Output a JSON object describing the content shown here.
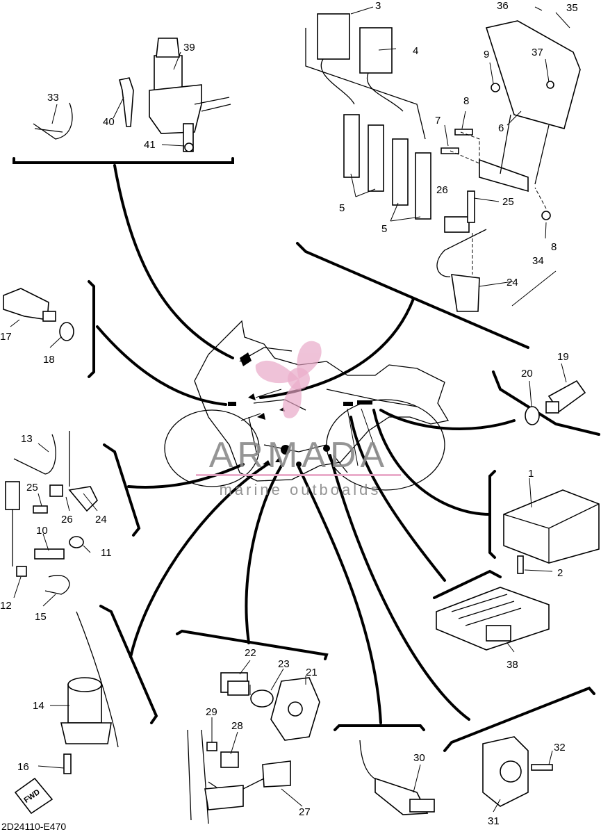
{
  "diagram_code": "2D24110-E470",
  "fwd_label": "FWD",
  "watermark": {
    "brand": "ARMADA",
    "tagline": "marine outboalds",
    "color": "#e8a6c6"
  },
  "callouts": [
    {
      "id": "c1",
      "label": "1"
    },
    {
      "id": "c2",
      "label": "2"
    },
    {
      "id": "c3",
      "label": "3"
    },
    {
      "id": "c4",
      "label": "4"
    },
    {
      "id": "c5a",
      "label": "5"
    },
    {
      "id": "c5b",
      "label": "5"
    },
    {
      "id": "c6",
      "label": "6"
    },
    {
      "id": "c7",
      "label": "7"
    },
    {
      "id": "c8a",
      "label": "8"
    },
    {
      "id": "c8b",
      "label": "8"
    },
    {
      "id": "c9",
      "label": "9"
    },
    {
      "id": "c10",
      "label": "10"
    },
    {
      "id": "c11",
      "label": "11"
    },
    {
      "id": "c12",
      "label": "12"
    },
    {
      "id": "c13",
      "label": "13"
    },
    {
      "id": "c14",
      "label": "14"
    },
    {
      "id": "c15",
      "label": "15"
    },
    {
      "id": "c16",
      "label": "16"
    },
    {
      "id": "c17",
      "label": "17"
    },
    {
      "id": "c18",
      "label": "18"
    },
    {
      "id": "c19",
      "label": "19"
    },
    {
      "id": "c20",
      "label": "20"
    },
    {
      "id": "c21",
      "label": "21"
    },
    {
      "id": "c22",
      "label": "22"
    },
    {
      "id": "c23",
      "label": "23"
    },
    {
      "id": "c24a",
      "label": "24"
    },
    {
      "id": "c24b",
      "label": "24"
    },
    {
      "id": "c25a",
      "label": "25"
    },
    {
      "id": "c25b",
      "label": "25"
    },
    {
      "id": "c26a",
      "label": "26"
    },
    {
      "id": "c26b",
      "label": "26"
    },
    {
      "id": "c27",
      "label": "27"
    },
    {
      "id": "c28",
      "label": "28"
    },
    {
      "id": "c29",
      "label": "29"
    },
    {
      "id": "c30",
      "label": "30"
    },
    {
      "id": "c31",
      "label": "31"
    },
    {
      "id": "c32",
      "label": "32"
    },
    {
      "id": "c33",
      "label": "33"
    },
    {
      "id": "c34",
      "label": "34"
    },
    {
      "id": "c35",
      "label": "35"
    },
    {
      "id": "c36",
      "label": "36"
    },
    {
      "id": "c37",
      "label": "37"
    },
    {
      "id": "c38",
      "label": "38"
    },
    {
      "id": "c39",
      "label": "39"
    },
    {
      "id": "c40",
      "label": "40"
    },
    {
      "id": "c41",
      "label": "41"
    }
  ]
}
